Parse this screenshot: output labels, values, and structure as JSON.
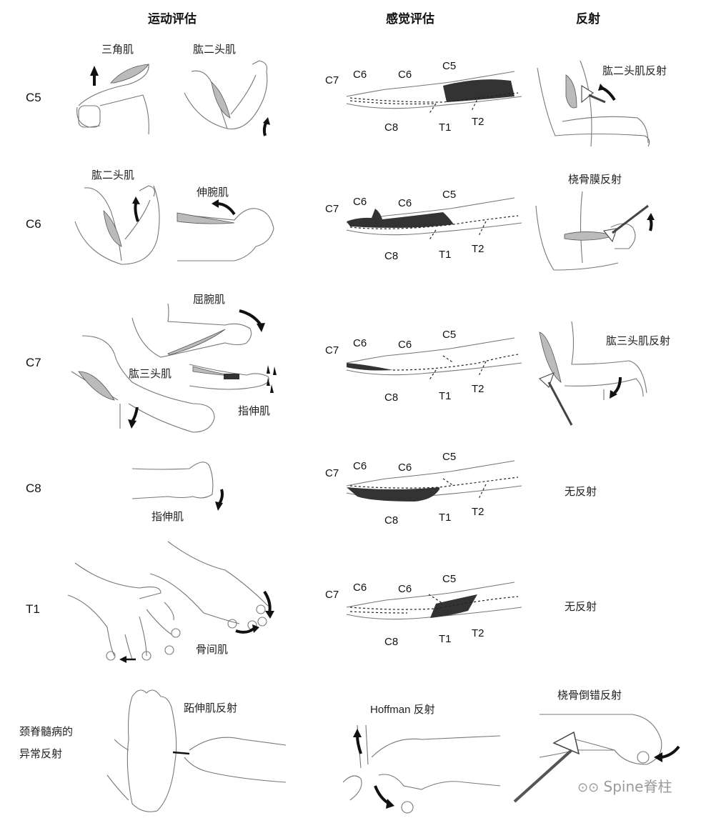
{
  "headers": {
    "motor": "运动评估",
    "sensory": "感觉评估",
    "reflex": "反射"
  },
  "rows": [
    {
      "level": "C5",
      "motor": [
        "三角肌",
        "肱二头肌"
      ],
      "sensory_shaded": "C5",
      "reflex": "肱二头肌反射"
    },
    {
      "level": "C6",
      "motor": [
        "肱二头肌",
        "伸腕肌"
      ],
      "sensory_shaded": "C6",
      "reflex": "桡骨膜反射"
    },
    {
      "level": "C7",
      "motor": [
        "屈腕肌",
        "肱三头肌",
        "指伸肌"
      ],
      "sensory_shaded": "C7",
      "reflex": "肱三头肌反射"
    },
    {
      "level": "C8",
      "motor": [
        "指伸肌"
      ],
      "sensory_shaded": "C8",
      "reflex": "无反射"
    },
    {
      "level": "T1",
      "motor": [
        "骨间肌"
      ],
      "sensory_shaded": "T1",
      "reflex": "无反射"
    }
  ],
  "dermatome_labels": [
    "C7",
    "C6",
    "C6",
    "C5",
    "C8",
    "T1",
    "T2"
  ],
  "abnormal": {
    "title_line1": "颈脊髓病的",
    "title_line2": "异常反射",
    "items": [
      "跖伸肌反射",
      "Hoffman 反射",
      "桡骨倒错反射"
    ]
  },
  "watermark": "Spine脊柱"
}
